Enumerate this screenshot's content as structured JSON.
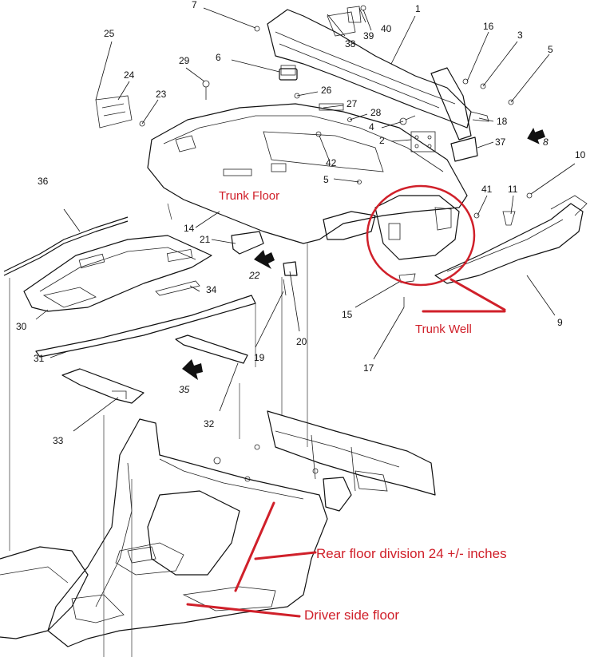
{
  "annotations": {
    "trunk_floor": "Trunk Floor",
    "trunk_well": "Trunk Well",
    "rear_floor_division": "Rear floor division 24 +/- inches",
    "driver_side_floor": "Driver side floor"
  },
  "part_numbers": {
    "p1": "1",
    "p2": "2",
    "p3": "3",
    "p4": "4",
    "p5a": "5",
    "p5b": "5",
    "p6": "6",
    "p7": "7",
    "p8": "8",
    "p9": "9",
    "p10": "10",
    "p11": "11",
    "p14": "14",
    "p15": "15",
    "p16": "16",
    "p17": "17",
    "p18": "18",
    "p19": "19",
    "p20": "20",
    "p21": "21",
    "p22": "22",
    "p23": "23",
    "p24": "24",
    "p25": "25",
    "p26": "26",
    "p27": "27",
    "p28": "28",
    "p29": "29",
    "p30": "30",
    "p31": "31",
    "p32": "32",
    "p33": "33",
    "p34": "34",
    "p35": "35",
    "p36": "36",
    "p37": "37",
    "p38": "38",
    "p39": "39",
    "p40": "40",
    "p41": "41",
    "p42": "42"
  },
  "colors": {
    "annotation": "#d0202a",
    "linework": "#111111"
  }
}
